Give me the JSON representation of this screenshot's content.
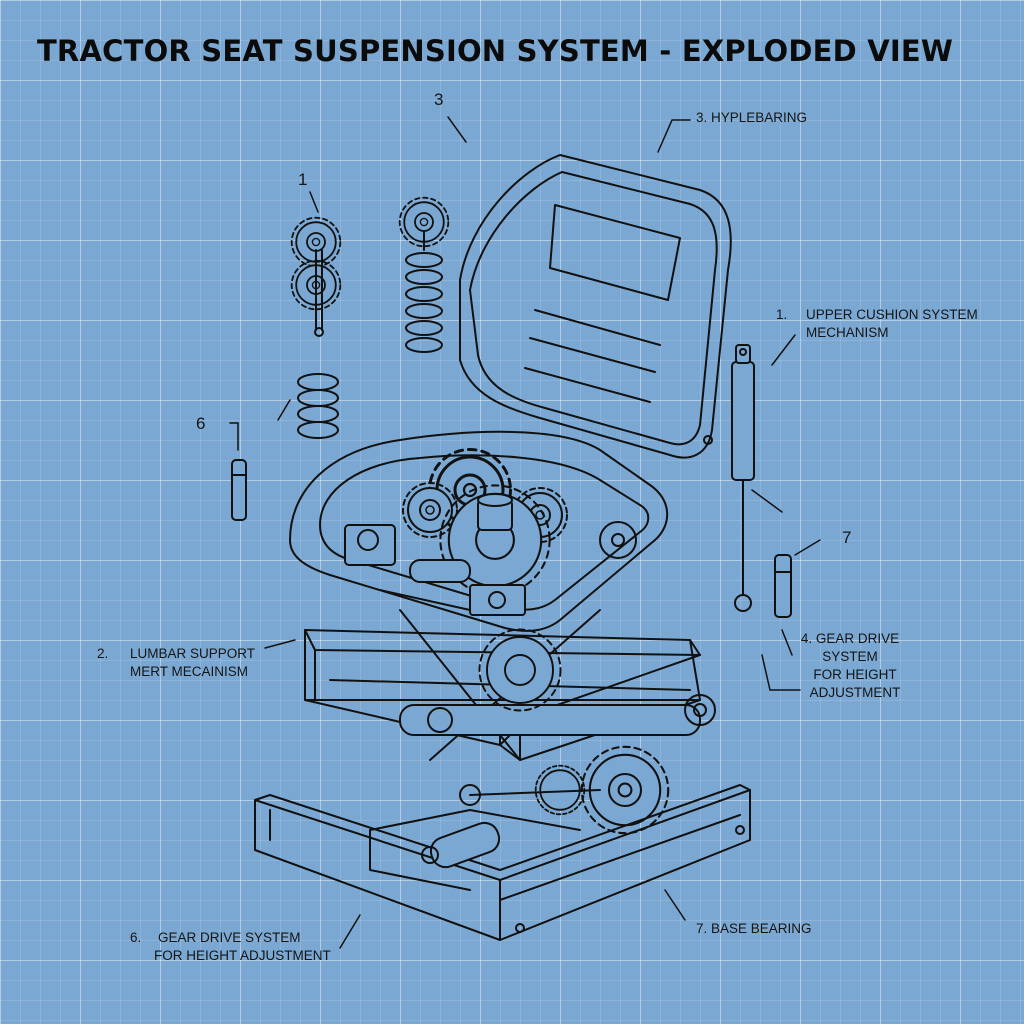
{
  "title": "TRACTOR SEAT SUSPENSION SYSTEM - EXPLODED VIEW",
  "callouts": {
    "n3_top": "3",
    "n1_left": "1",
    "n6_left": "6",
    "n7_right": "7",
    "hyplebearing": "3. HYPLEBARING",
    "upper_cushion_num": "1.",
    "upper_cushion_l1": "UPPER CUSHION SYSTEM",
    "upper_cushion_l2": "MECHANISM",
    "lumbar_num": "2.",
    "lumbar_l1": "LUMBAR SUPPORT",
    "lumbar_l2": "MERT MECAINISM",
    "gear_drive_right_l1": "4. GEAR DRIVE",
    "gear_drive_right_l2": "SYSTEM",
    "gear_drive_right_l3": "FOR HEIGHT",
    "gear_drive_right_l4": "ADJUSTMENT",
    "gear_drive_bottom_num": "6.",
    "gear_drive_bottom_l1": "GEAR DRIVE SYSTEM",
    "gear_drive_bottom_l2": "FOR HEIGHT ADJUSTMENT",
    "base_bearing": "7. BASE BEARING"
  }
}
